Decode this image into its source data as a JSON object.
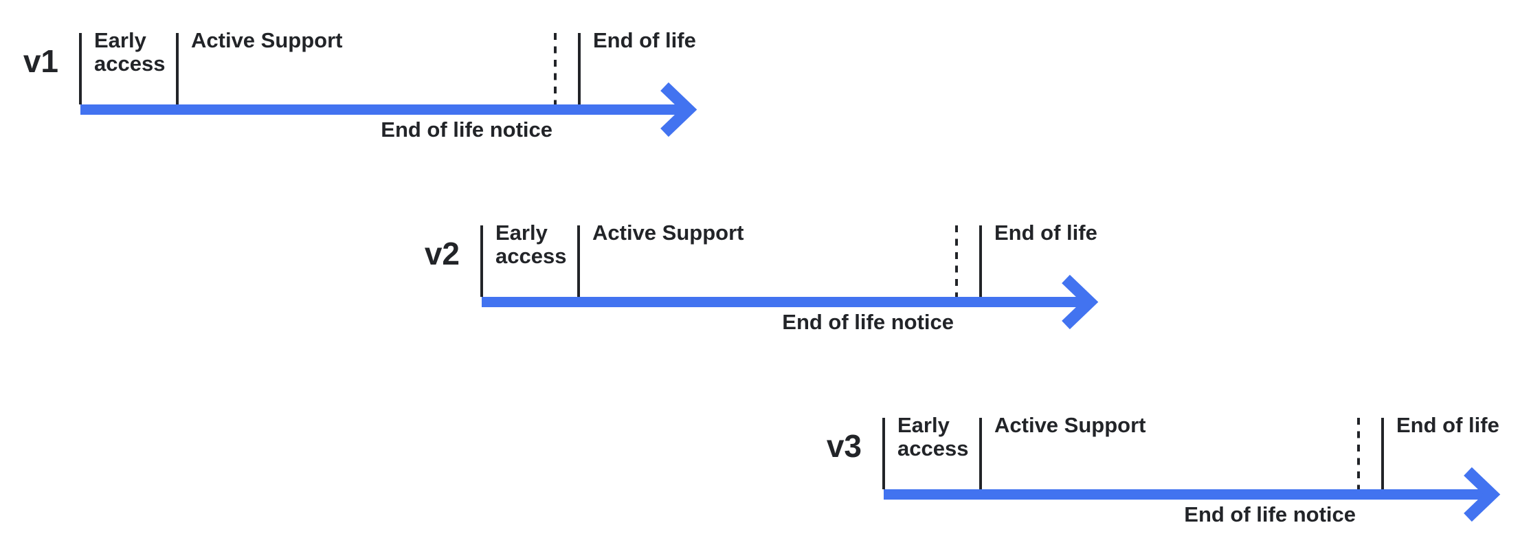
{
  "diagram": {
    "type": "version-lifecycle-timelines",
    "colors": {
      "arrow_blue": "#4273f0",
      "ink": "#222428",
      "background": "#ffffff"
    },
    "phases_order": [
      "Early access",
      "Active Support",
      "End of life notice",
      "End of life"
    ],
    "timelines": [
      {
        "version": "v1",
        "labels": {
          "early_access": "Early access",
          "active_support": "Active Support",
          "end_of_life": "End of life",
          "end_of_life_notice": "End of life notice"
        }
      },
      {
        "version": "v2",
        "labels": {
          "early_access": "Early access",
          "active_support": "Active Support",
          "end_of_life": "End of life",
          "end_of_life_notice": "End of life notice"
        }
      },
      {
        "version": "v3",
        "labels": {
          "early_access": "Early access",
          "active_support": "Active Support",
          "end_of_life": "End of life",
          "end_of_life_notice": "End of life notice"
        }
      }
    ]
  }
}
